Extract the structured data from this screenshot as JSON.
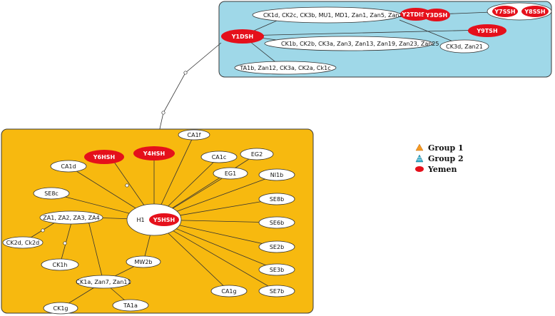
{
  "top_cluster": {
    "hub": "Y1DSH",
    "group_a": "CK1d, CK2c, CK3b, MU1, MD1, Zan1, Zan5, Zan27",
    "y2tdish": "Y2TDISH",
    "y3dsh": "Y3DSH",
    "y7ssh": "Y7SSH",
    "y8ssh": "Y8SSH",
    "y9tsh": "Y9TSH",
    "group_b": "CK1b, CK2b, CK3a, Zan3, Zan13, Zan19, Zan23, Zan25",
    "ck3d": "CK3d, Zan21",
    "ta1b": "TA1b, Zan12, CK3a, CK2a, Ck1c"
  },
  "bottom_cluster": {
    "h1": "H1",
    "hub": "Y5HSH",
    "y4hsh": "Y4HSH",
    "y6hsh": "Y6HSH",
    "ca1f": "CA1f",
    "ca1c": "CA1c",
    "eg2": "EG2",
    "eg1": "EG1",
    "ni1b": "NI1b",
    "ca1d": "CA1d",
    "se8c": "SE8c",
    "se8b": "SE8b",
    "za_group": "ZA1, ZA2, ZA3, ZA4",
    "se6b": "SE6b",
    "ck2d": "CK2d, Ck2d",
    "se2b": "SE2b",
    "ck1h": "CK1h",
    "mw2b": "MW2b",
    "se3b": "SE3b",
    "ck1a": "CK1a, Zan7, Zan11",
    "ca1g": "CA1g",
    "se7b": "SE7b",
    "ck1g": "CK1g",
    "ta1a": "TA1a"
  },
  "legend": {
    "group1": "Group 1",
    "group2": "Group 2",
    "yemen": "Yemen"
  },
  "colors": {
    "top_panel": "#9fd8e8",
    "bottom_panel": "#f7b90f",
    "yemen_red": "#e5101b",
    "group1_orange": "#f59a23",
    "group2_teal": "#29a8c8"
  }
}
